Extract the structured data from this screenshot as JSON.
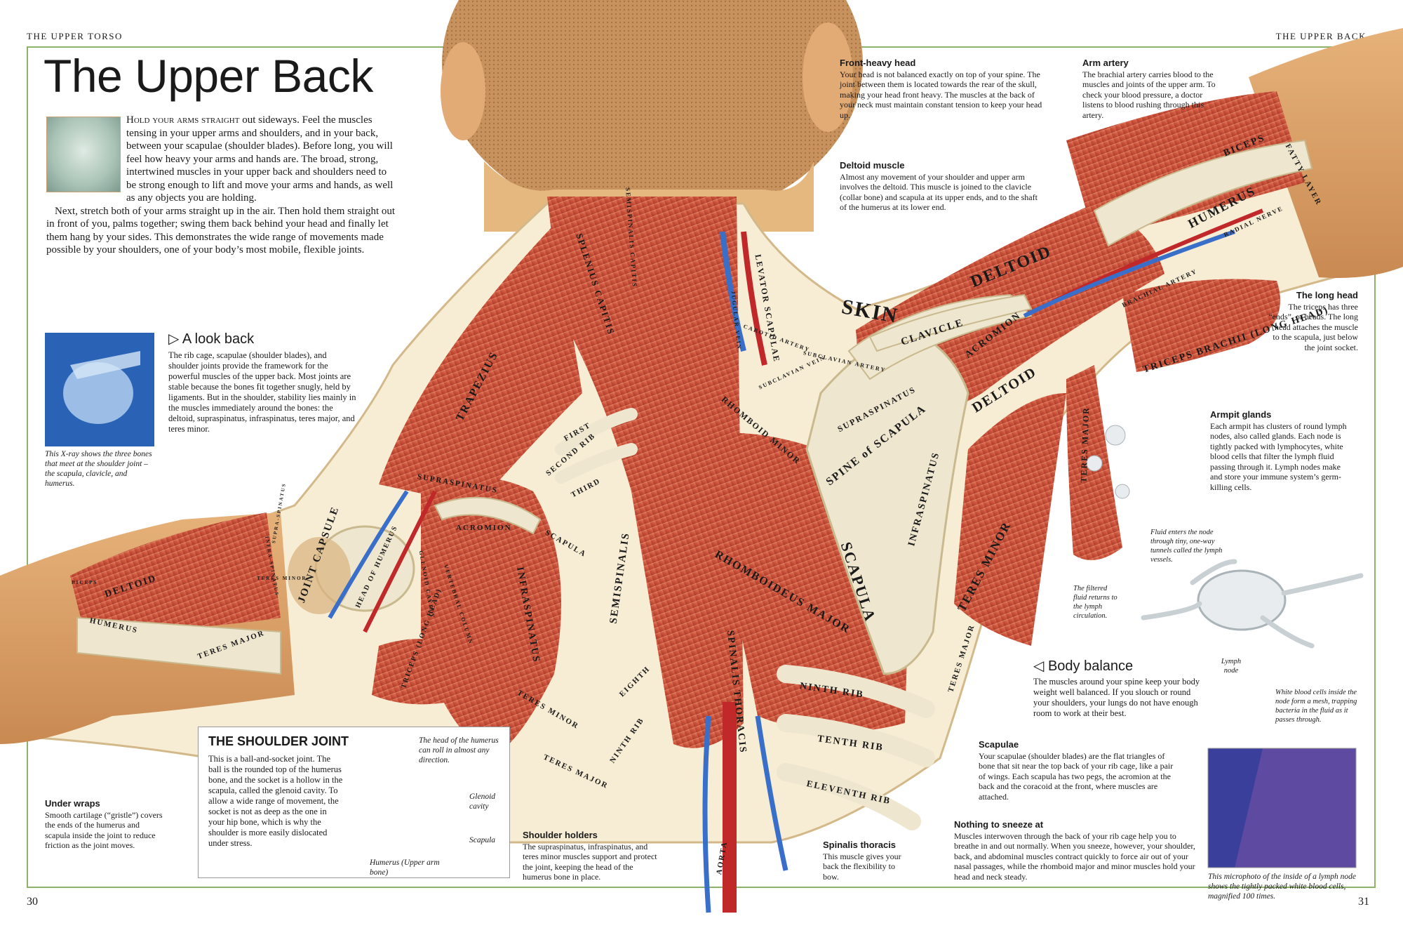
{
  "header": {
    "left": "THE UPPER TORSO",
    "right": "THE UPPER BACK"
  },
  "page_numbers": {
    "left": "30",
    "right": "31"
  },
  "title": "The Upper Back",
  "intro": {
    "lead": "Hold your arms straight",
    "p1_rest": " out sideways. Feel the muscles tensing in your upper arms and shoulders, and in your back, between your scapulae (shoulder blades). Before long, you will feel how heavy your arms and hands are. The broad, strong, intertwined muscles in your upper back and shoulders need to be strong enough to lift and move your arms and hands, as well as any objects you are holding.",
    "p2": "Next, stretch both of your arms straight up in the air. Then hold them straight out in front of you, palms together; swing them back behind your head and finally let them hang by your sides. This demonstrates the wide range of movements made possible by your shoulders, one of your body’s most mobile, flexible joints."
  },
  "look_back": {
    "title": "▷ A look back",
    "text": "The rib cage, scapulae (shoulder blades), and shoulder joints provide the framework for the powerful muscles of the upper back. Most joints are stable because the bones fit together snugly, held by ligaments. But in the shoulder, stability lies mainly in the muscles immediately around the bones: the deltoid, supraspinatus, infraspinatus, teres major, and teres minor.",
    "xray_caption": "This X-ray shows the three bones that meet at the shoulder joint – the scapula, clavicle, and humerus."
  },
  "under_wraps": {
    "title": "Under wraps",
    "text": "Smooth cartilage (“gristle”) covers the ends of the humerus and scapula inside the joint to reduce friction as the joint moves."
  },
  "shoulder_joint": {
    "title": "THE SHOULDER JOINT",
    "text": "This is a ball-and-socket joint. The ball is the rounded top of the humerus bone, and the socket is a hollow in the scapula, called the glenoid cavity. To allow a wide range of movement, the socket is not as deep as the one in your hip bone, which is why the shoulder is more easily dislocated under stress.",
    "label_head": "The head of the humerus can roll in almost any direction.",
    "label_glenoid": "Glenoid cavity",
    "label_scapula": "Scapula",
    "label_humerus": "Humerus (Upper arm bone)"
  },
  "shoulder_holders": {
    "title": "Shoulder holders",
    "text": "The supraspinatus, infraspinatus, and teres minor muscles support and protect the joint, keeping the head of the humerus bone in place."
  },
  "spinalis_thoracis": {
    "title": "Spinalis thoracis",
    "text": "This muscle gives your back the flexibility to bow."
  },
  "nothing_to_sneeze": {
    "title": "Nothing to sneeze at",
    "text": "Muscles interwoven through the back of your rib cage help you to breathe in and out normally. When you sneeze, however, your shoulder, back, and abdominal muscles contract quickly to force air out of your nasal passages, while the rhomboid major and minor muscles hold your head and neck steady."
  },
  "scapulae": {
    "title": "Scapulae",
    "text": "Your scapulae (shoulder blades) are the flat triangles of bone that sit near the top back of your rib cage, like a pair of wings. Each scapula has two pegs, the acromion at the back and the coracoid at the front, where muscles are attached."
  },
  "body_balance": {
    "title": "◁ Body balance",
    "text": "The muscles around your spine keep your body weight well balanced. If you slouch or round your shoulders, your lungs do not have enough room to work at their best."
  },
  "front_heavy": {
    "title": "Front-heavy head",
    "text": "Your head is not balanced exactly on top of your spine. The joint between them is located towards the rear of the skull, making your head front heavy. The muscles at the back of your neck must maintain constant tension to keep your head up."
  },
  "deltoid_muscle": {
    "title": "Deltoid muscle",
    "text": "Almost any movement of your shoulder and upper arm involves the deltoid. This muscle is joined to the clavicle (collar bone) and scapula at its upper ends, and to the shaft of the humerus at its lower end."
  },
  "arm_artery": {
    "title": "Arm artery",
    "text": "The brachial artery carries blood to the muscles and joints of the upper arm. To check your blood pressure, a doctor listens to blood rushing through this artery."
  },
  "long_head": {
    "title": "The long head",
    "text": "The triceps has three “ends”, or heads. The long head attaches the muscle to the scapula, just below the joint socket."
  },
  "armpit_glands": {
    "title": "Armpit glands",
    "text": "Each armpit has clusters of round lymph nodes, also called glands. Each node is tightly packed with lymphocytes, white blood cells that filter the lymph fluid passing through it. Lymph nodes make and store your immune system’s germ-killing cells."
  },
  "lymph": {
    "fluid_enters": "Fluid enters the node through tiny, one-way tunnels called the lymph vessels.",
    "filtered": "The filtered fluid returns to the lymph circulation.",
    "node": "Lymph node",
    "white_cells": "White blood cells inside the node form a mesh, trapping bacteria in the fluid as it passes through."
  },
  "microphoto_caption": "This microphoto of the inside of a lymph node shows the tightly packed white blood cells, magnified 100 times.",
  "anatomy_labels": {
    "skin": "SKIN",
    "trapezius": "TRAPEZIUS",
    "splenius": "SPLENIUS CAPITIS",
    "semispinalis_cap": "SEMISPINALIS CAPITIS",
    "levator": "LEVATOR SCAPULAE",
    "jugular": "JUGULAR VEIN",
    "carotid": "CAROTID ARTERY",
    "subclavian_artery": "SUBCLAVIAN ARTERY",
    "subclavian_vein": "SUBCLAVIAN VEIN",
    "rhomboid_minor": "RHOMBOID MINOR",
    "rhomboideus_major": "RHOMBOIDEUS MAJOR",
    "semispinalis": "SEMISPINALIS",
    "spinalis_thoracis": "SPINALIS THORACIS",
    "aorta": "AORTA",
    "first": "FIRST",
    "second_rib": "SECOND RIB",
    "third": "THIRD",
    "eighth": "EIGHTH",
    "ninth_rib_l": "NINTH RIB",
    "ninth_rib": "NINTH RIB",
    "tenth_rib": "TENTH RIB",
    "eleventh_rib": "ELEVENTH RIB",
    "supraspinatus_l": "SUPRASPINATUS",
    "acromion_l": "ACROMION",
    "scapula_l": "SCAPULA",
    "infraspinatus_l": "INFRASPINATUS",
    "teres_minor_l": "TERES MINOR",
    "teres_major_l": "TERES MAJOR",
    "joint_capsule": "JOINT CAPSULE",
    "head_humerus": "HEAD OF HUMERUS",
    "glenoid": "GLENOID CAVITY",
    "vertebral": "VERTEBRAL COLUMN",
    "triceps_l": "TRICEPS (LONG HEAD)",
    "deltoid_l": "DELTOID",
    "humerus_l": "HUMERUS",
    "biceps_l": "BICEPS",
    "supra_spinatus_sm": "SUPRA-SPINATUS",
    "infra_spinatus_sm": "INFRA-SPINATUS",
    "teres_minor_sm": "TERES MINOR",
    "teres_major_sm": "TERES MAJOR",
    "clavicle": "CLAVICLE",
    "acromion_r": "ACROMION",
    "supraspinatus_r": "SUPRASPINATUS",
    "spine_scapula": "SPINE of SCAPULA",
    "scapula_r": "SCAPULA",
    "infraspinatus_r": "INFRASPINATUS",
    "teres_minor_r": "TERES MINOR",
    "teres_major_r": "TERES MAJOR",
    "teres_major_r2": "TERES MAJOR",
    "deltoid_r": "DELTOID",
    "deltoid_r2": "DELTOID",
    "triceps_r": "TRICEPS BRACHII (LONG HEAD)",
    "humerus_r": "HUMERUS",
    "biceps_r": "BICEPS",
    "fatty": "FATTY LAYER",
    "radial_nerve": "RADIAL NERVE",
    "brachial_artery": "BRACHIAL ARTERY"
  },
  "colors": {
    "frame": "#8db36a",
    "muscle": "#c9503a",
    "bone": "#efe6cf",
    "skin": "#d9a06a",
    "artery": "#c0282a",
    "vein": "#3a6fc9"
  }
}
